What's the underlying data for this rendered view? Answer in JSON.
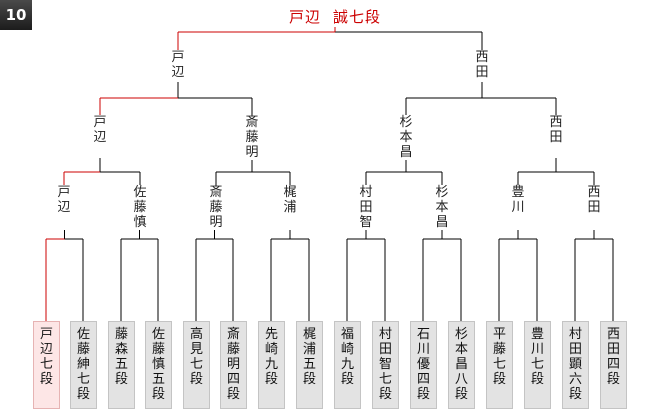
{
  "badge": "10",
  "champion": {
    "name": "戸辺",
    "rank": "誠七段"
  },
  "bracket": {
    "final": [
      "戸辺",
      "西田"
    ],
    "semis": [
      "戸辺",
      "斎藤明",
      "杉本昌",
      "西田"
    ],
    "quarters": [
      "戸辺",
      "佐藤慎",
      "斎藤明",
      "梶浦",
      "村田智",
      "杉本昌",
      "豊川",
      "西田"
    ],
    "players": [
      {
        "name": "戸辺七段"
      },
      {
        "name": "佐藤紳七段"
      },
      {
        "name": "藤森五段"
      },
      {
        "name": "佐藤慎五段"
      },
      {
        "name": "高見七段"
      },
      {
        "name": "斎藤明四段"
      },
      {
        "name": "先崎九段"
      },
      {
        "name": "梶浦五段"
      },
      {
        "name": "福崎九段"
      },
      {
        "name": "村田智七段"
      },
      {
        "name": "石川優四段"
      },
      {
        "name": "杉本昌八段"
      },
      {
        "name": "平藤七段"
      },
      {
        "name": "豊川七段"
      },
      {
        "name": "村田顕六段"
      },
      {
        "name": "西田四段"
      }
    ]
  },
  "colors": {
    "winner_line": "#cc0000",
    "line": "#000000",
    "winner_box": "#fde6e6",
    "box": "#e3e3e3"
  }
}
